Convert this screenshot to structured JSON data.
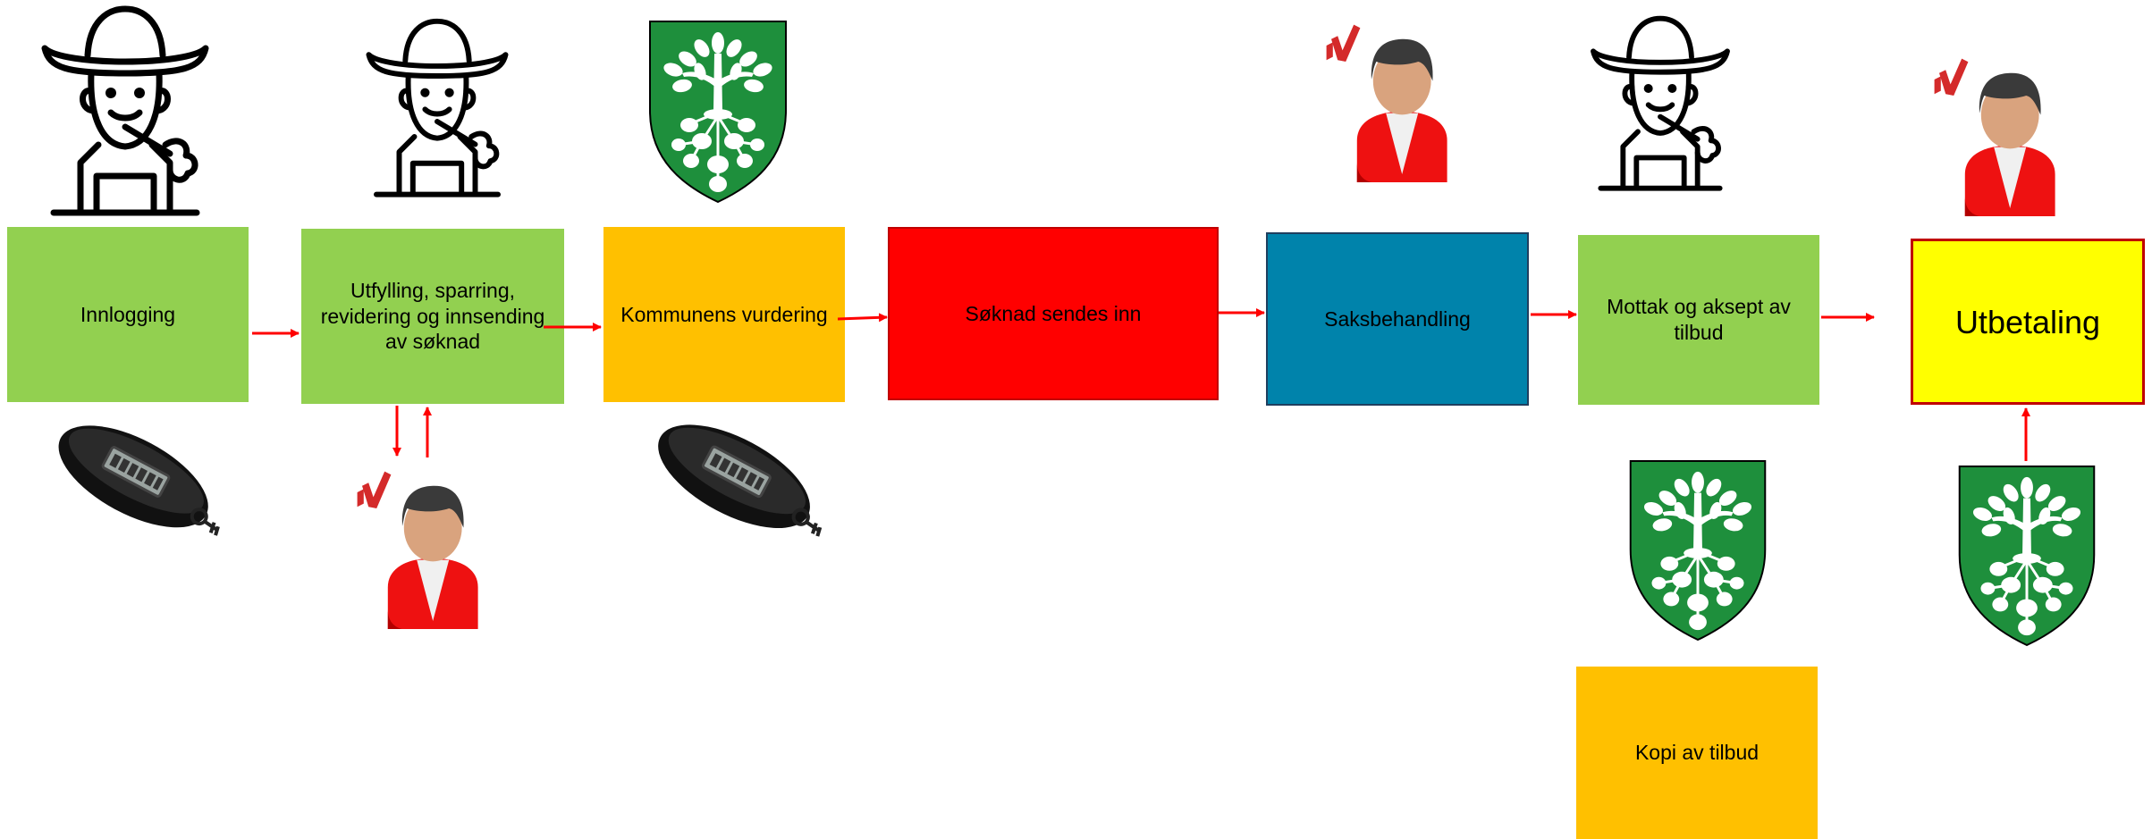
{
  "steps": {
    "innlogging": "Innlogging",
    "utfylling": "Utfylling, sparring, revidering og innsending av søknad",
    "kommunens_vurdering": "Kommunens vurdering",
    "soknad_sendes_inn": "Søknad sendes inn",
    "saksbehandling": "Saksbehandling",
    "mottak": "Mottak og aksept av tilbud",
    "utbetaling": "Utbetaling",
    "kopi": "Kopi av tilbud"
  },
  "colors": {
    "green": "#92d050",
    "orange": "#ffc000",
    "red": "#ff0000",
    "blue": "#0083ab",
    "yellow": "#ffff00",
    "arrow": "#ff0000",
    "shield": "#1e8f3c"
  },
  "icons": {
    "farmer": "farmer-icon",
    "crest": "municipality-crest-icon",
    "advisor": "advisor-icon",
    "token": "security-token-icon"
  }
}
